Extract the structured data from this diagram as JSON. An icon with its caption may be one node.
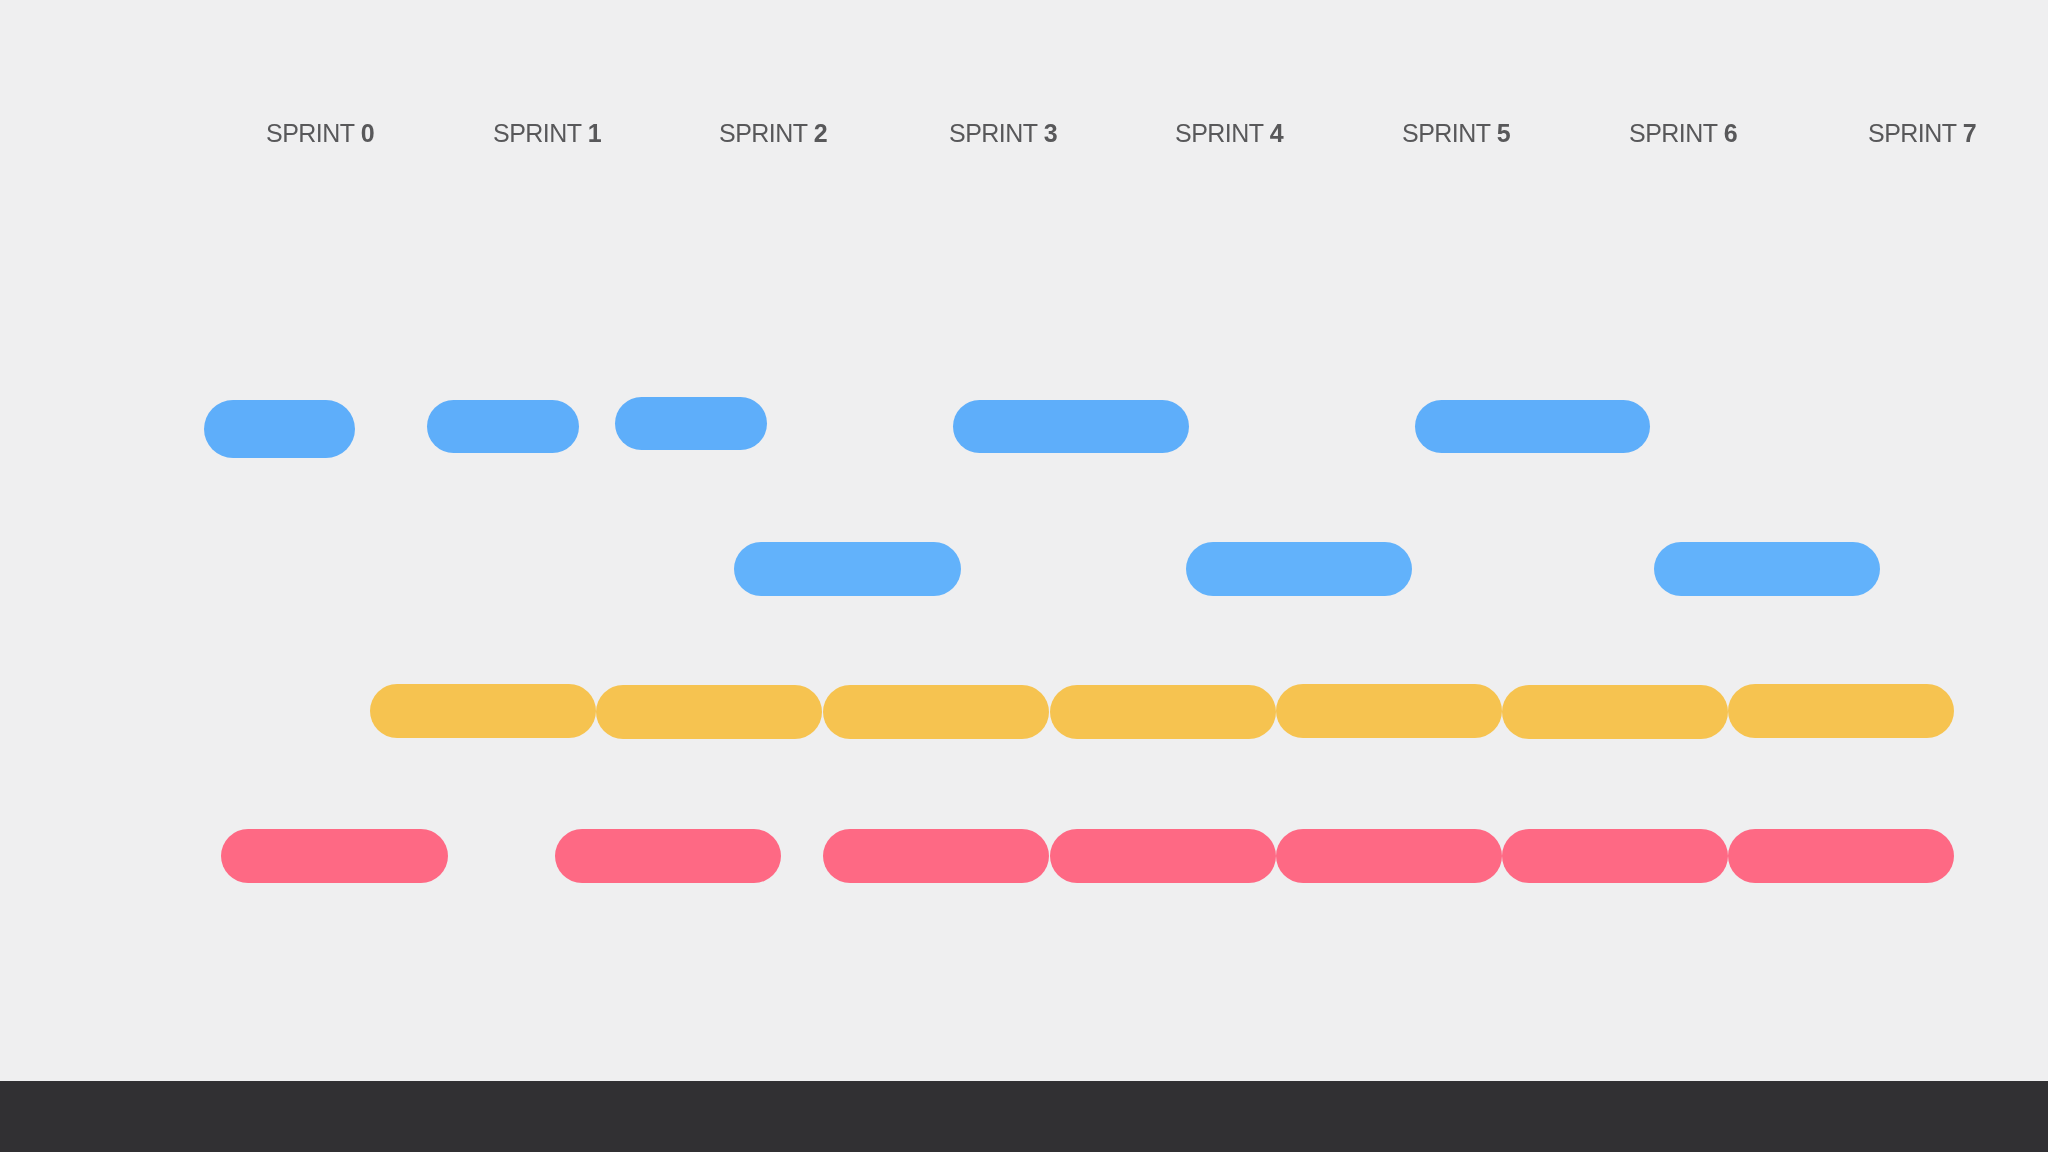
{
  "diagram": {
    "nodes": [
      {
        "text": [],
        "shape": "bar"
      },
      {
        "text": [],
        "shape": "bar"
      },
      {
        "text": [],
        "shape": "bar"
      },
      {
        "text": [],
        "shape": "bar"
      },
      {
        "text": [],
        "shape": "bar"
      },
      {
        "text": [],
        "shape": "bar"
      },
      {
        "text": [],
        "shape": "bar"
      },
      {
        "text": [],
        "shape": "bar"
      },
      {
        "text": [],
        "shape": "bar"
      },
      {
        "text": [],
        "shape": "bar"
      },
      {
        "text": [],
        "shape": "bar"
      },
      {
        "text": [],
        "shape": "bar"
      },
      {
        "text": [],
        "shape": "bar"
      },
      {
        "text": [],
        "shape": "bar"
      },
      {
        "text": [],
        "shape": "bar"
      },
      {
        "text": [],
        "shape": "bar"
      },
      {
        "text": [],
        "shape": "bar"
      },
      {
        "text": [],
        "shape": "bar"
      },
      {
        "text": [],
        "shape": "bar"
      },
      {
        "text": [],
        "shape": "bar"
      },
      {
        "text": [],
        "shape": "bar"
      },
      {
        "text": [],
        "shape": "bar"
      }
    ],
    "labels": [
      "SPRINT **0**",
      "SPRINT **1**",
      "SPRINT **2**",
      "SPRINT **3**",
      "SPRINT **4**",
      "SPRINT **5**",
      "SPRINT **6**",
      "SPRINT **7**"
    ]
  }
}
